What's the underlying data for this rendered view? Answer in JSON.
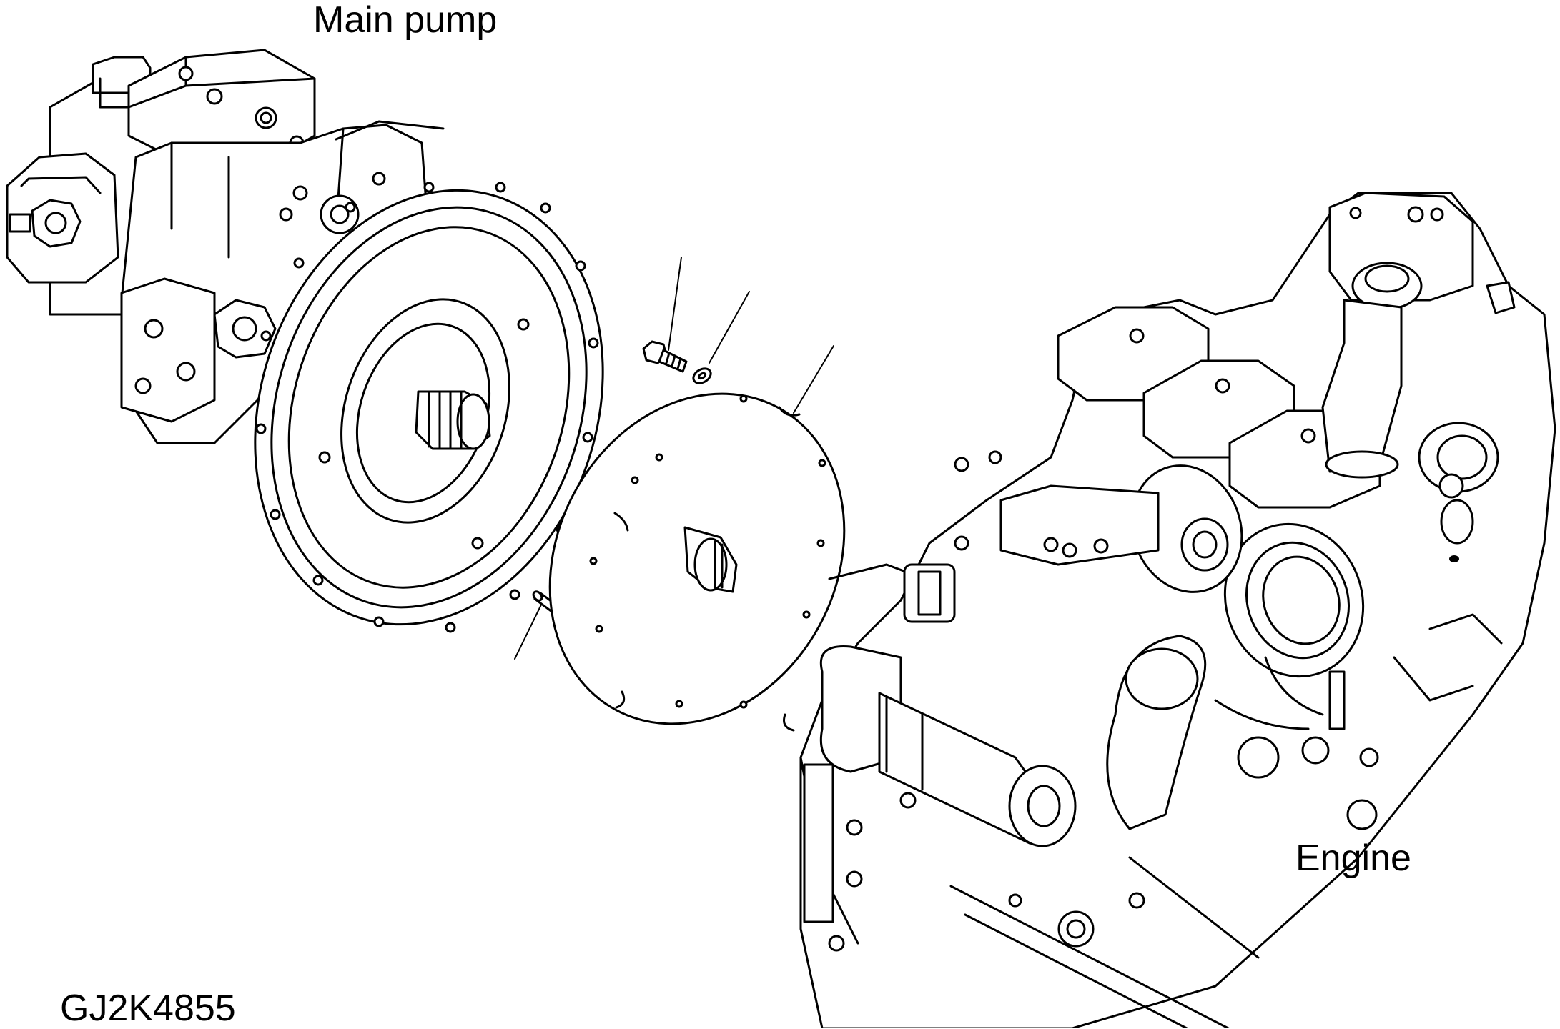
{
  "labels": {
    "main_pump": "Main pump",
    "engine": "Engine",
    "drawing_code": "GJ2K4855"
  }
}
